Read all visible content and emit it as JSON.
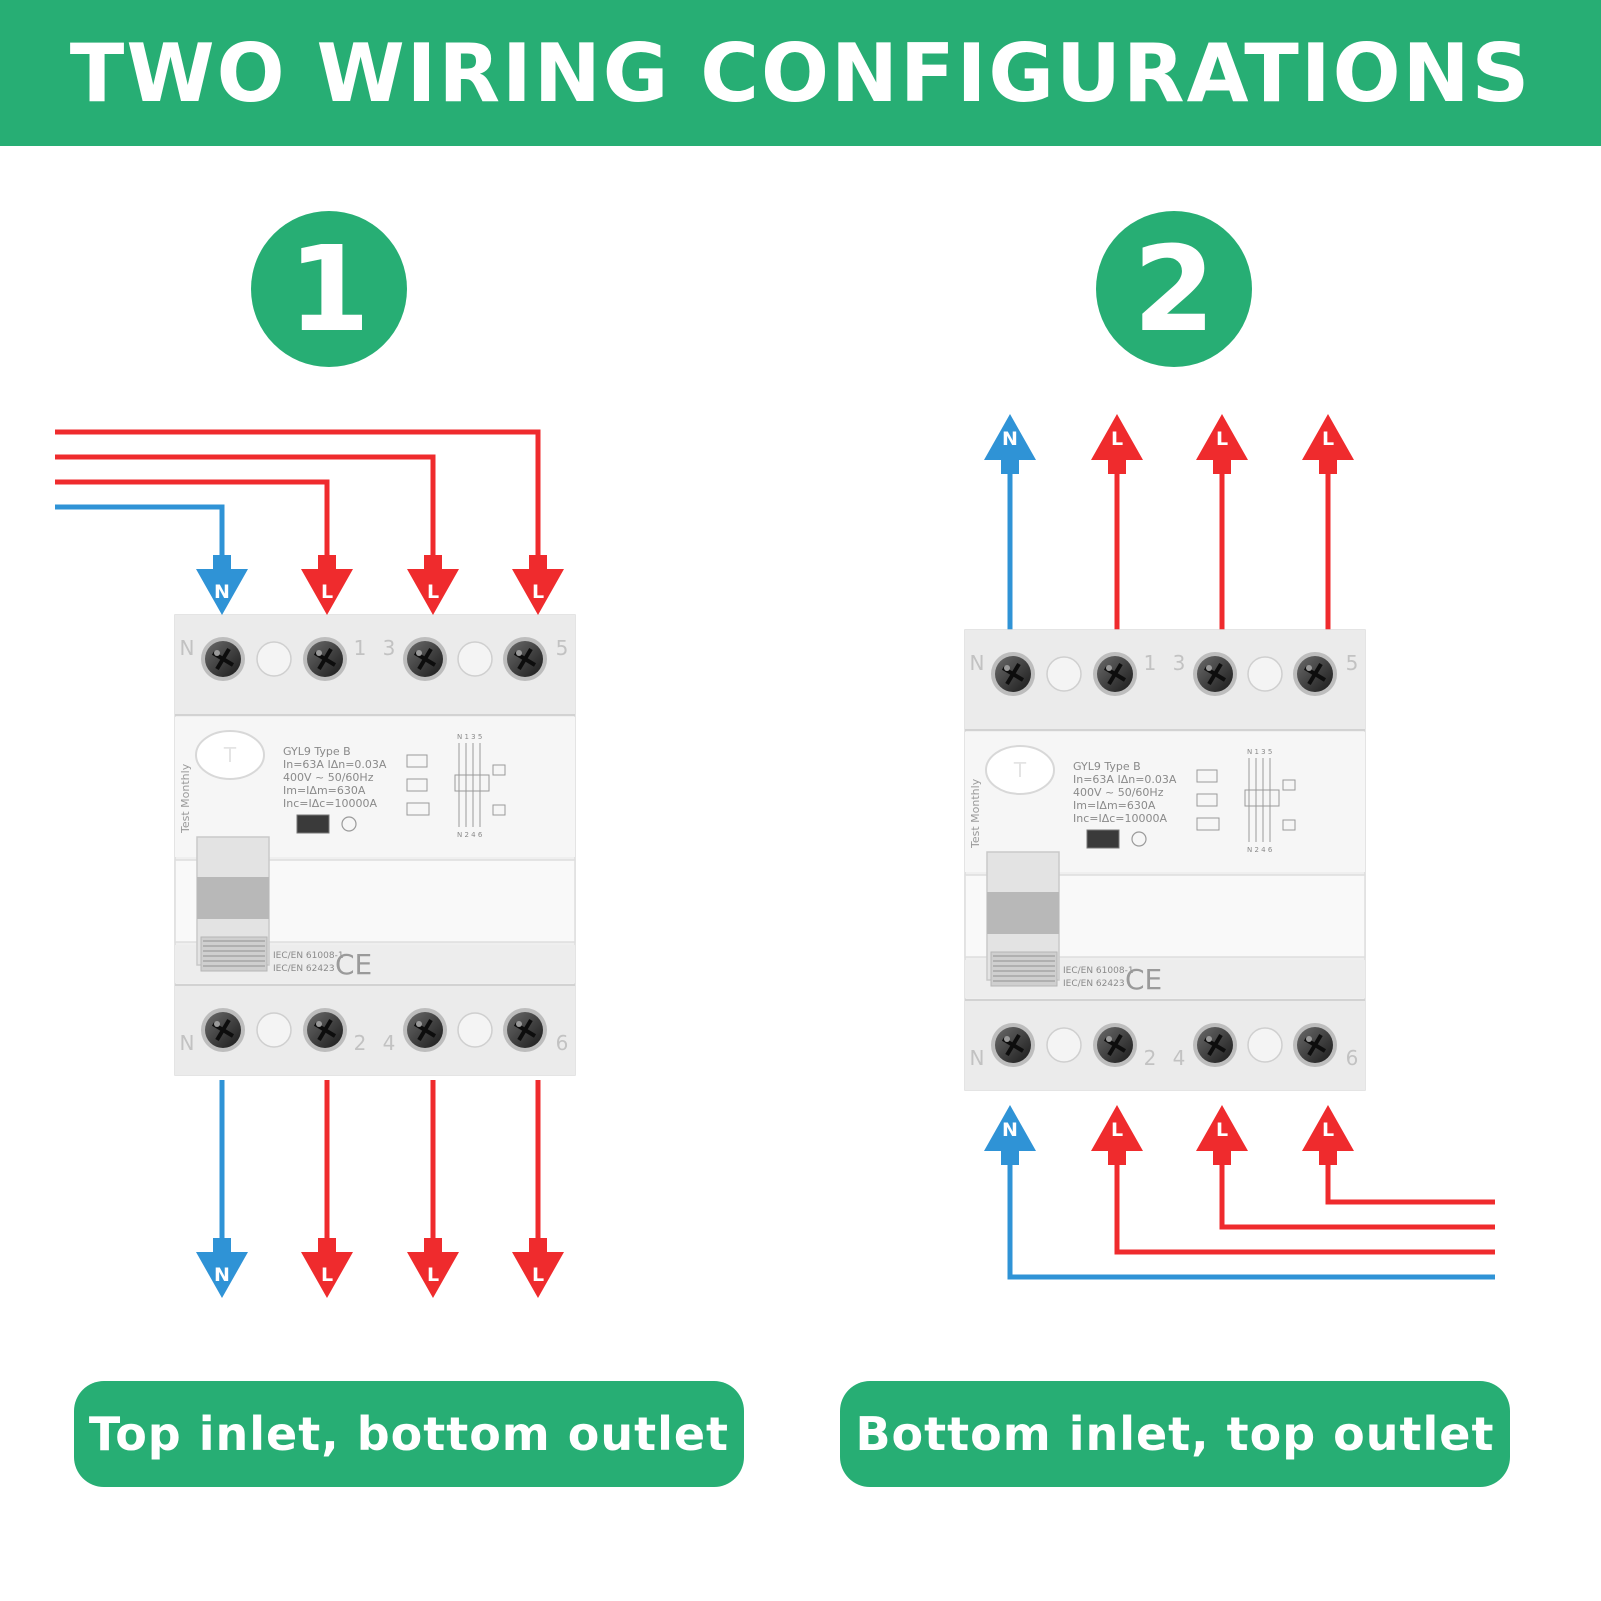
{
  "title": "TWO WIRING CONFIGURATIONS",
  "colors": {
    "brand_green": "#27ae74",
    "live_red": "#ef2b2d",
    "neutral_blue": "#2f93d6"
  },
  "configs": [
    {
      "number": "1",
      "caption": "Top inlet, bottom outlet",
      "inlet_labels": [
        "N",
        "L",
        "L",
        "L"
      ],
      "outlet_labels": [
        "N",
        "L",
        "L",
        "L"
      ]
    },
    {
      "number": "2",
      "caption": "Bottom inlet, top outlet",
      "inlet_labels": [
        "N",
        "L",
        "L",
        "L"
      ],
      "outlet_labels": [
        "N",
        "L",
        "L",
        "L"
      ]
    }
  ],
  "breaker": {
    "top_terminals": [
      "N",
      "1",
      "3",
      "5"
    ],
    "bottom_terminals": [
      "N",
      "2",
      "4",
      "6"
    ],
    "test_button": "T",
    "side_text": "Test Monthly",
    "model": "GYL9",
    "type": "Type B",
    "rating_line_1": "In=63A  IΔn=0.03A",
    "rating_line_2": "400V ~   50/60Hz",
    "rating_line_3": "Im=IΔm=630A",
    "rating_line_4": "Inc=IΔc=10000A",
    "standard_1": "IEC/EN 61008-1",
    "standard_2": "IEC/EN 62423",
    "ce_mark": "CE",
    "schematic_top": "N 1 3 5",
    "schematic_bottom": "N 2 4 6"
  }
}
